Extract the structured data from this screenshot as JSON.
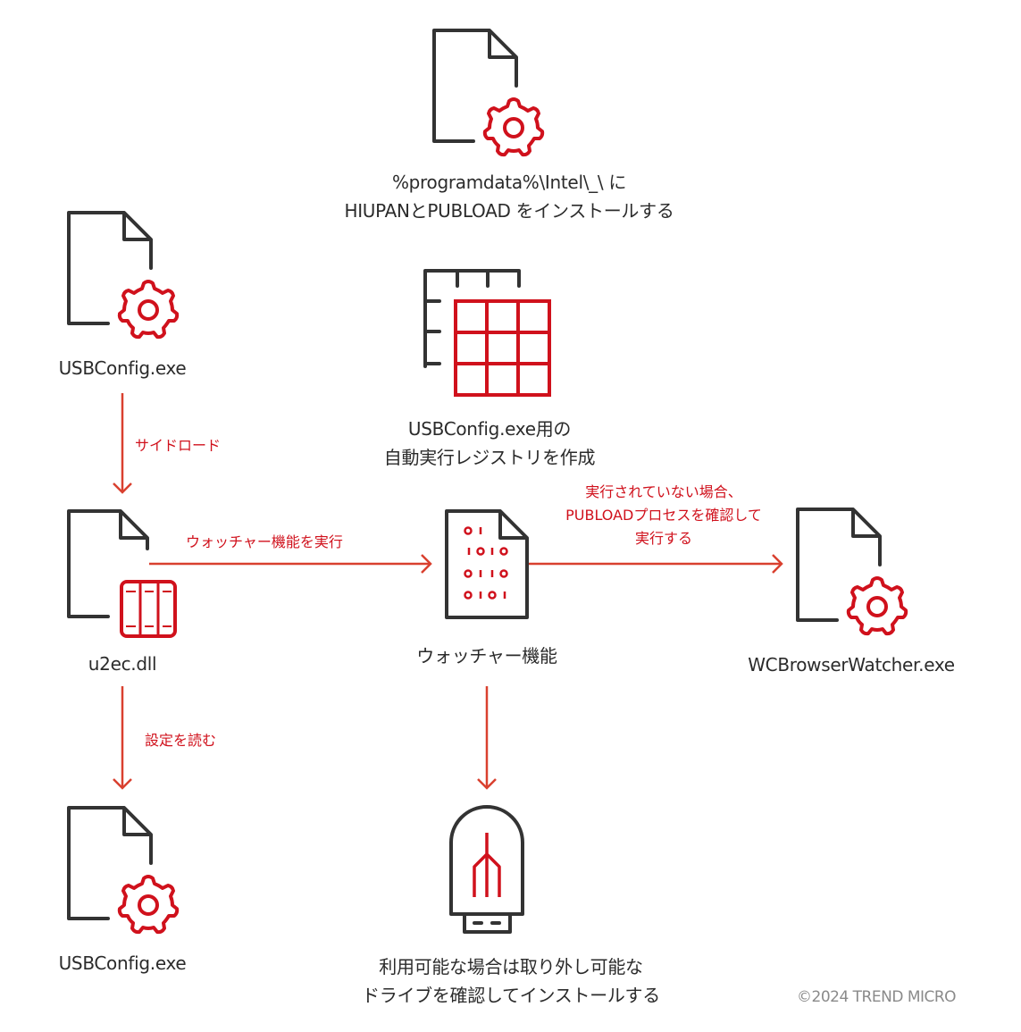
{
  "colors": {
    "dark": "#333333",
    "accent": "#d0111c",
    "arrow": "#d9402f",
    "copyright": "#8a8a8a"
  },
  "nodes": {
    "install": {
      "icon": "file-gear-icon",
      "lines": [
        "%programdata%\\Intel\\_\\ に",
        "HIUPANとPUBLOAD をインストールする"
      ]
    },
    "registry": {
      "icon": "registry-grid-icon",
      "lines": [
        "USBConfig.exe用の",
        "自動実行レジストリを作成"
      ]
    },
    "usbconfig_top": {
      "icon": "file-gear-icon",
      "lines": [
        "USBConfig.exe"
      ]
    },
    "u2ec": {
      "icon": "file-dll-icon",
      "lines": [
        "u2ec.dll"
      ]
    },
    "watcher": {
      "icon": "binary-file-icon",
      "lines": [
        "ウォッチャー機能"
      ]
    },
    "wcbrowser": {
      "icon": "file-gear-icon",
      "lines": [
        "WCBrowserWatcher.exe"
      ]
    },
    "usbconfig_bottom": {
      "icon": "file-gear-icon",
      "lines": [
        "USBConfig.exe"
      ]
    },
    "usb": {
      "icon": "usb-drive-icon",
      "lines": [
        "利用可能な場合は取り外し可能な",
        "ドライブを確認してインストールする"
      ]
    }
  },
  "edges": {
    "sideload": {
      "from": "usbconfig_top",
      "to": "u2ec",
      "lines": [
        "サイドロード"
      ]
    },
    "run_watcher": {
      "from": "u2ec",
      "to": "watcher",
      "lines": [
        "ウォッチャー機能を実行"
      ]
    },
    "check_pubload": {
      "from": "watcher",
      "to": "wcbrowser",
      "lines": [
        "実行されていない場合、",
        "PUBLOADプロセスを確認して",
        "実行する"
      ]
    },
    "read_config": {
      "from": "u2ec",
      "to": "usbconfig_bottom",
      "lines": [
        "設定を読む"
      ]
    },
    "to_usb": {
      "from": "watcher",
      "to": "usb",
      "lines": []
    }
  },
  "footer": {
    "copyright": "©2024 TREND MICRO"
  }
}
